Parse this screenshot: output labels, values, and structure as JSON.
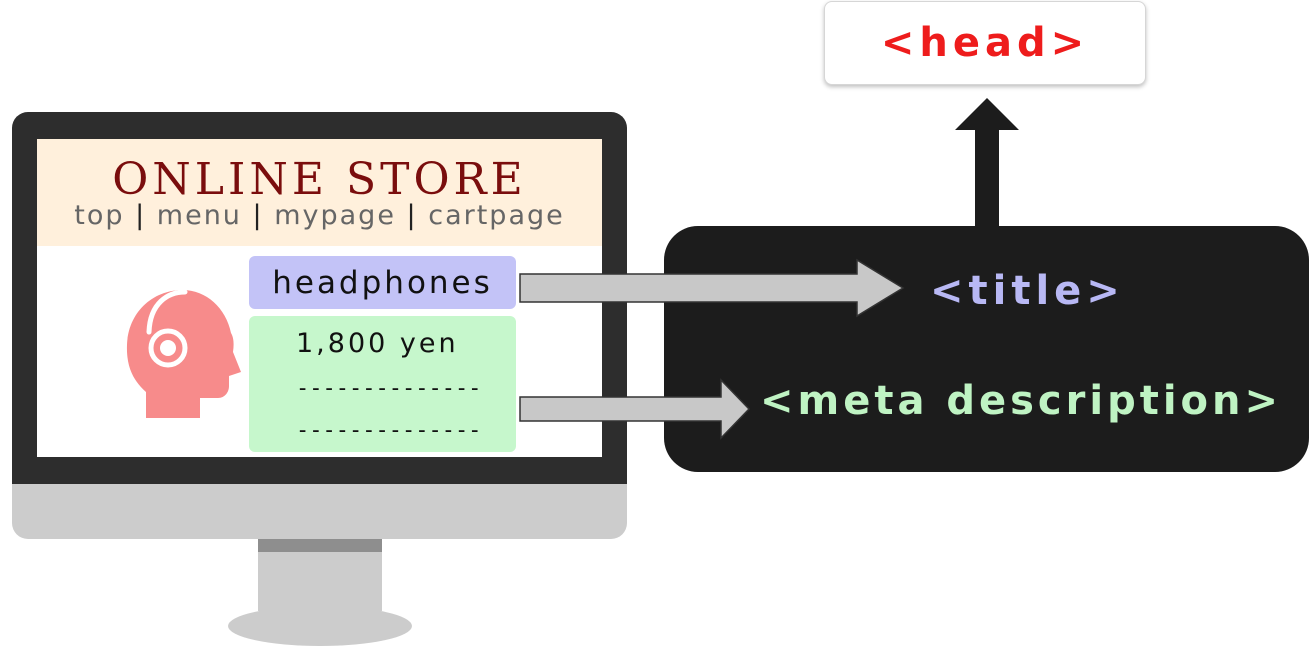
{
  "head_label": "<head>",
  "title_label": "<title>",
  "meta_label": "<meta description>",
  "store": {
    "name": "ONLINE STORE",
    "nav": [
      "top",
      "menu",
      "mypage",
      "cartpage"
    ],
    "nav_separator": "|"
  },
  "product": {
    "name": "headphones",
    "price": "1,800 yen",
    "placeholder_lines": [
      "--------------",
      "--------------"
    ]
  },
  "icons": {
    "product_icon": "headset-user-icon",
    "arrow_to_head": "up-arrow",
    "arrow_to_title": "right-arrow",
    "arrow_to_meta": "right-arrow"
  },
  "colors": {
    "head_text": "#ee1c1c",
    "title_text": "#b8b8f4",
    "meta_text": "#bff3c3",
    "store_name": "#7a0d0d",
    "headphones_box": "#c3c3f7",
    "description_box": "#c6f7cc",
    "header_band": "#fff0dc",
    "icon": "#f78b8b",
    "panel": "#1c1c1c"
  }
}
